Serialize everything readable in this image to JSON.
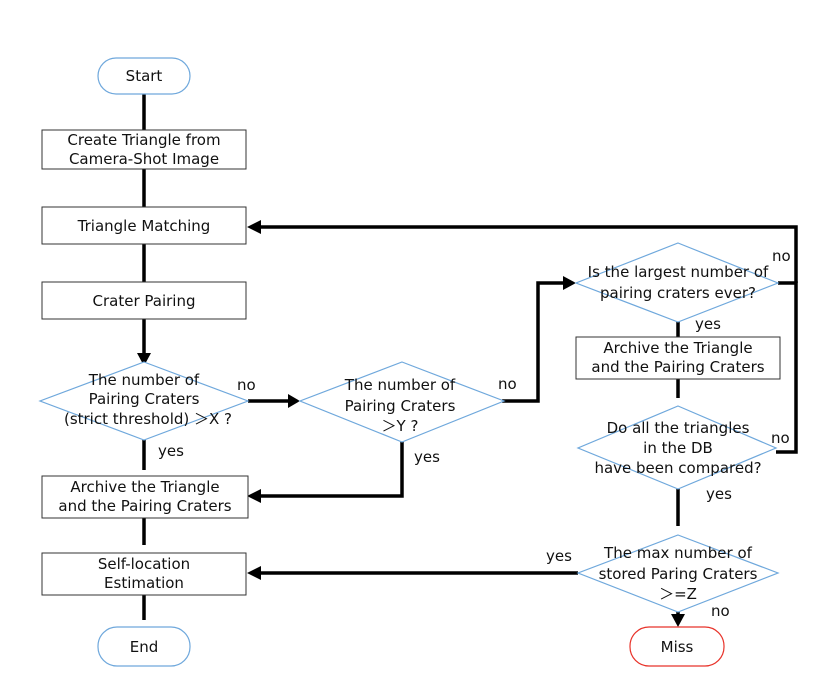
{
  "nodes": {
    "start": "Start",
    "create_triangle": [
      "Create Triangle from",
      "Camera-Shot Image"
    ],
    "triangle_matching": "Triangle Matching",
    "crater_pairing": "Crater Pairing",
    "decision_x": [
      "The number of",
      "Pairing Craters",
      "(strict threshold) ＞X ?"
    ],
    "decision_y": [
      "The number of",
      "Pairing Craters",
      "＞Y ?"
    ],
    "archive_left": [
      "Archive the Triangle",
      "and the Pairing Craters"
    ],
    "self_location": [
      "Self-location",
      "Estimation"
    ],
    "end": "End",
    "decision_largest": [
      "Is the largest number of",
      "pairing craters ever?"
    ],
    "archive_right": [
      "Archive the Triangle",
      "and the Pairing Craters"
    ],
    "decision_all": [
      "Do all the triangles",
      "in the DB",
      "have been compared?"
    ],
    "decision_max": [
      "The max number of",
      "stored Paring Craters",
      "＞=Z"
    ],
    "miss": "Miss"
  },
  "edge_labels": {
    "x_no": "no",
    "x_yes": "yes",
    "y_no": "no",
    "y_yes": "yes",
    "largest_no": "no",
    "largest_yes": "yes",
    "all_no": "no",
    "all_yes": "yes",
    "max_yes": "yes",
    "max_no": "no"
  }
}
